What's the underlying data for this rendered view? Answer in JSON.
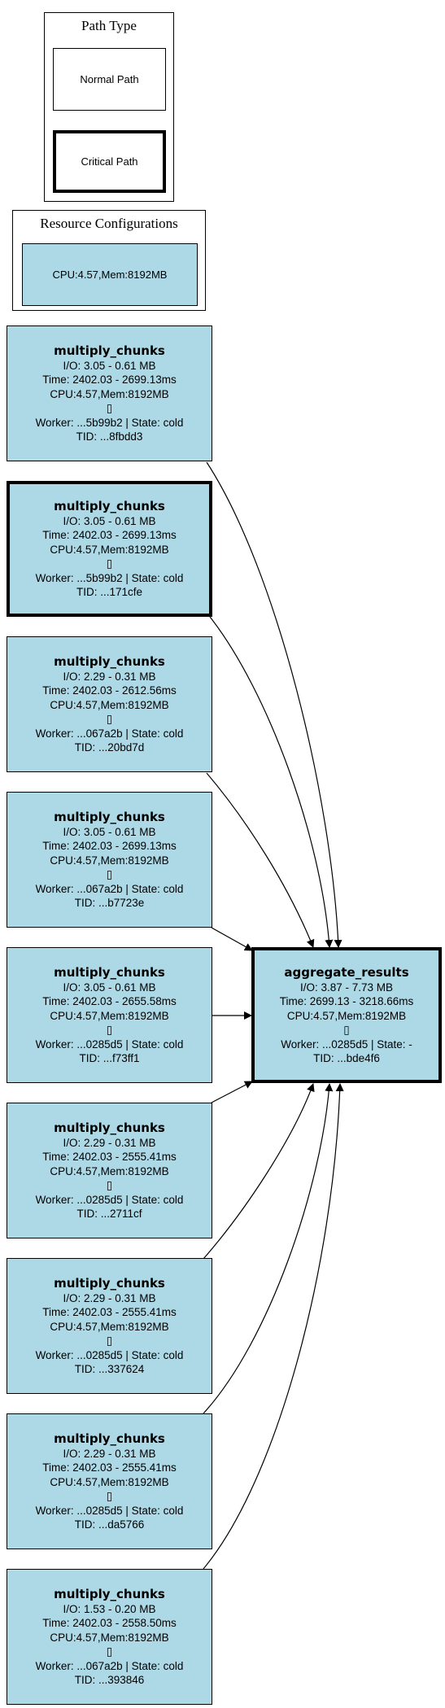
{
  "legend": {
    "path_type_title": "Path Type",
    "normal_label": "Normal Path",
    "critical_label": "Critical Path",
    "resource_title": "Resource Configurations",
    "resource_label": "CPU:4.57,Mem:8192MB"
  },
  "nodes": [
    {
      "title": "multiply_chunks",
      "io": "I/O: 3.05 - 0.61 MB",
      "time": "Time: 2402.03 - 2699.13ms",
      "cpu": "CPU:4.57,Mem:8192MB",
      "marker": "▯",
      "worker": "Worker: ...5b99b2 | State: cold",
      "tid": "TID: ...8fbdd3",
      "critical": false
    },
    {
      "title": "multiply_chunks",
      "io": "I/O: 3.05 - 0.61 MB",
      "time": "Time: 2402.03 - 2699.13ms",
      "cpu": "CPU:4.57,Mem:8192MB",
      "marker": "▯",
      "worker": "Worker: ...5b99b2 | State: cold",
      "tid": "TID: ...171cfe",
      "critical": true
    },
    {
      "title": "multiply_chunks",
      "io": "I/O: 2.29 - 0.31 MB",
      "time": "Time: 2402.03 - 2612.56ms",
      "cpu": "CPU:4.57,Mem:8192MB",
      "marker": "▯",
      "worker": "Worker: ...067a2b | State: cold",
      "tid": "TID: ...20bd7d",
      "critical": false
    },
    {
      "title": "multiply_chunks",
      "io": "I/O: 3.05 - 0.61 MB",
      "time": "Time: 2402.03 - 2699.13ms",
      "cpu": "CPU:4.57,Mem:8192MB",
      "marker": "▯",
      "worker": "Worker: ...067a2b | State: cold",
      "tid": "TID: ...b7723e",
      "critical": false
    },
    {
      "title": "multiply_chunks",
      "io": "I/O: 3.05 - 0.61 MB",
      "time": "Time: 2402.03 - 2655.58ms",
      "cpu": "CPU:4.57,Mem:8192MB",
      "marker": "▯",
      "worker": "Worker: ...0285d5 | State: cold",
      "tid": "TID: ...f73ff1",
      "critical": false
    },
    {
      "title": "multiply_chunks",
      "io": "I/O: 2.29 - 0.31 MB",
      "time": "Time: 2402.03 - 2555.41ms",
      "cpu": "CPU:4.57,Mem:8192MB",
      "marker": "▯",
      "worker": "Worker: ...0285d5 | State: cold",
      "tid": "TID: ...2711cf",
      "critical": false
    },
    {
      "title": "multiply_chunks",
      "io": "I/O: 2.29 - 0.31 MB",
      "time": "Time: 2402.03 - 2555.41ms",
      "cpu": "CPU:4.57,Mem:8192MB",
      "marker": "▯",
      "worker": "Worker: ...0285d5 | State: cold",
      "tid": "TID: ...337624",
      "critical": false
    },
    {
      "title": "multiply_chunks",
      "io": "I/O: 2.29 - 0.31 MB",
      "time": "Time: 2402.03 - 2555.41ms",
      "cpu": "CPU:4.57,Mem:8192MB",
      "marker": "▯",
      "worker": "Worker: ...0285d5 | State: cold",
      "tid": "TID: ...da5766",
      "critical": false
    },
    {
      "title": "multiply_chunks",
      "io": "I/O: 1.53 - 0.20 MB",
      "time": "Time: 2402.03 - 2558.50ms",
      "cpu": "CPU:4.57,Mem:8192MB",
      "marker": "▯",
      "worker": "Worker: ...067a2b | State: cold",
      "tid": "TID: ...393846",
      "critical": false
    }
  ],
  "aggregate": {
    "title": "aggregate_results",
    "io": "I/O: 3.87 - 7.73 MB",
    "time": "Time: 2699.13 - 3218.66ms",
    "cpu": "CPU:4.57,Mem:8192MB",
    "marker": "▯",
    "worker": "Worker: ...0285d5 | State: -",
    "tid": "TID: ...bde4f6",
    "critical": true
  },
  "colors": {
    "node_fill": "#add8e6",
    "stroke": "#000000",
    "background": "#ffffff"
  }
}
